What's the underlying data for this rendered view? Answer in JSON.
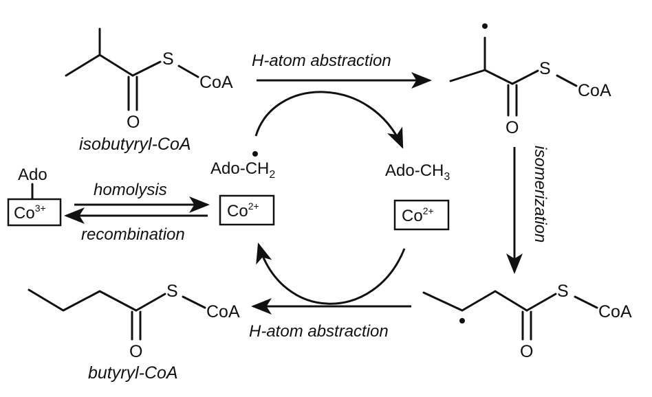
{
  "molecules": {
    "isobutyryl": {
      "label": "isobutyryl-CoA",
      "s": "S",
      "coa": "CoA",
      "o": "O"
    },
    "radical_top": {
      "s": "S",
      "coa": "CoA",
      "o": "O"
    },
    "radical_bottom": {
      "s": "S",
      "coa": "CoA",
      "o": "O"
    },
    "butyryl": {
      "label": "butyryl-CoA",
      "s": "S",
      "coa": "CoA",
      "o": "O"
    }
  },
  "reactions": {
    "top": "H-atom abstraction",
    "bottom": "H-atom abstraction",
    "isomerization": "isomerization",
    "homolysis": "homolysis",
    "recombination": "recombination"
  },
  "species": {
    "ado_left": "Ado",
    "co3": {
      "base": "Co",
      "sup": "3+"
    },
    "co2_left": {
      "base": "Co",
      "sup": "2+"
    },
    "co2_right": {
      "base": "Co",
      "sup": "2+"
    },
    "ado_ch2": {
      "base": "Ado-CH",
      "sub": "2"
    },
    "ado_ch3": {
      "base": "Ado-CH",
      "sub": "3"
    }
  }
}
